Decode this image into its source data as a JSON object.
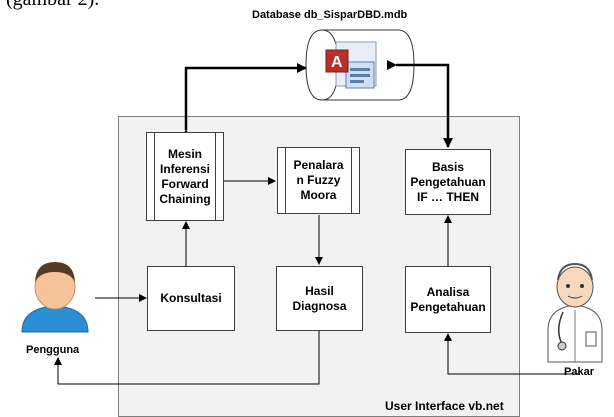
{
  "caption": "(gambar 2).",
  "database": {
    "label": "Database db_SisparDBD.mdb",
    "icon": "access-database-icon"
  },
  "ui_panel": {
    "label": "User Interface vb.net"
  },
  "boxes": {
    "mesin": "Mesin\nInferensi\nForward\nChaining",
    "penalaran": "Penalara\nn Fuzzy\nMoora",
    "basis": "Basis\nPengetahuan\nIF … THEN",
    "konsultasi": "Konsultasi",
    "hasil": "Hasil\nDiagnosa",
    "analisa": "Analisa\nPengetahuan"
  },
  "actors": {
    "pengguna": {
      "label": "Pengguna",
      "icon": "user-icon"
    },
    "pakar": {
      "label": "Pakar",
      "icon": "doctor-icon"
    }
  },
  "colors": {
    "line": "#000000",
    "box_border": "#404040",
    "panel": "#f2f2f2",
    "user_shirt": "#2b8fd6"
  }
}
